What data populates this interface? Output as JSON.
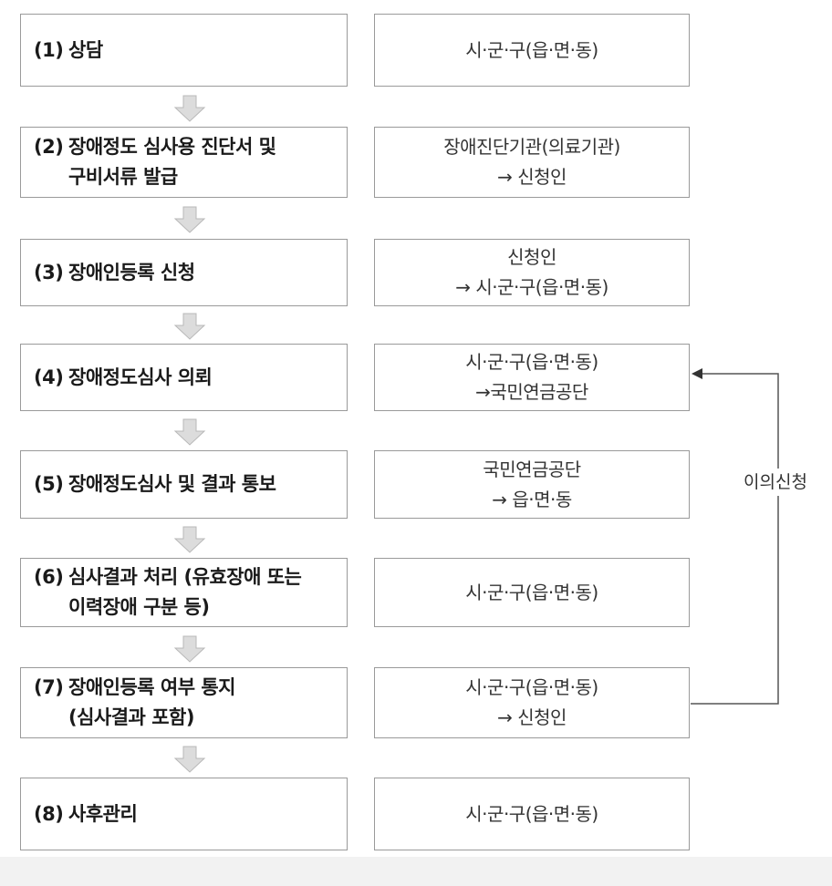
{
  "steps": [
    {
      "no": "(1)",
      "line1": "상담",
      "line2": ""
    },
    {
      "no": "(2)",
      "line1": "장애정도 심사용 진단서 및",
      "line2": "구비서류 발급"
    },
    {
      "no": "(3)",
      "line1": "장애인등록 신청",
      "line2": ""
    },
    {
      "no": "(4)",
      "line1": "장애정도심사 의뢰",
      "line2": ""
    },
    {
      "no": "(5)",
      "line1": "장애정도심사 및 결과 통보",
      "line2": ""
    },
    {
      "no": "(6)",
      "line1": "심사결과 처리 (유효장애 또는",
      "line2": "이력장애 구분 등)"
    },
    {
      "no": "(7)",
      "line1": "장애인등록 여부 통지",
      "line2": "(심사결과 포함)"
    },
    {
      "no": "(8)",
      "line1": "사후관리",
      "line2": ""
    }
  ],
  "actors": [
    {
      "line1": "시·군·구(읍·면·동)",
      "line2": ""
    },
    {
      "line1": "장애진단기관(의료기관)",
      "line2": "→ 신청인"
    },
    {
      "line1": "신청인",
      "line2": "→ 시·군·구(읍·면·동)"
    },
    {
      "line1": "시·군·구(읍·면·동)",
      "line2": "→국민연금공단"
    },
    {
      "line1": "국민연금공단",
      "line2": "→ 읍·면·동"
    },
    {
      "line1": "시·군·구(읍·면·동)",
      "line2": ""
    },
    {
      "line1": "시·군·구(읍·면·동)",
      "line2": "→ 신청인"
    },
    {
      "line1": "시·군·구(읍·면·동)",
      "line2": ""
    }
  ],
  "feedback": {
    "label": "이의신청",
    "from_step": 7,
    "to_step": 4
  },
  "colors": {
    "border": "#9a9a9a",
    "arrow": "#d0d0d0",
    "line": "#555555"
  }
}
